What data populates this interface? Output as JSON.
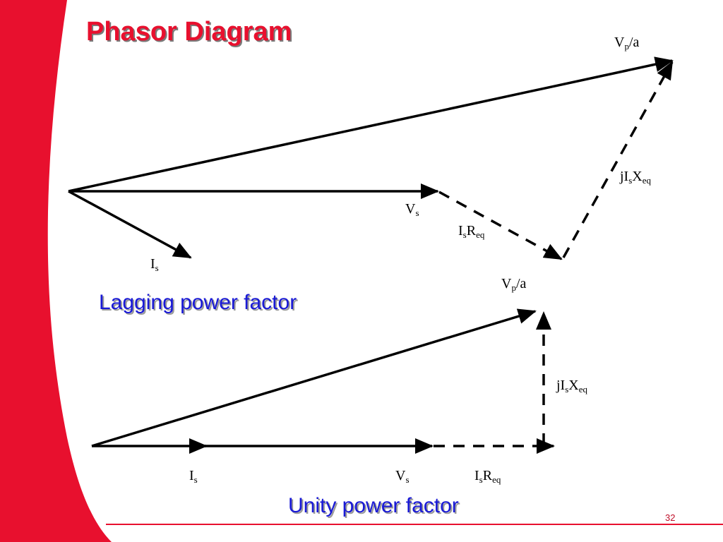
{
  "slide": {
    "title": "Phasor Diagram",
    "page_number": "32",
    "accent_color": "#e8102e",
    "caption_color": "#1a1ad6"
  },
  "lagging": {
    "caption": "Lagging power factor",
    "vp_label": {
      "base": "V",
      "sub": "p",
      "suffix": "/a"
    },
    "vs_label": {
      "base": "V",
      "sub": "s",
      "suffix": ""
    },
    "is_label": {
      "base": "I",
      "sub": "s",
      "suffix": ""
    },
    "isreq_label": {
      "base": "I",
      "sub": "s",
      "mid": "R",
      "sub2": "eq"
    },
    "jisxeq_label": {
      "base": "jI",
      "sub": "s",
      "mid": "X",
      "sub2": "eq"
    }
  },
  "unity": {
    "caption": "Unity power factor",
    "vp_label": {
      "base": "V",
      "sub": "p",
      "suffix": "/a"
    },
    "vs_label": {
      "base": "V",
      "sub": "s",
      "suffix": ""
    },
    "is_label": {
      "base": "I",
      "sub": "s",
      "suffix": ""
    },
    "isreq_label": {
      "base": "I",
      "sub": "s",
      "mid": "R",
      "sub2": "eq"
    },
    "jisxeq_label": {
      "base": "jI",
      "sub": "s",
      "mid": "X",
      "sub2": "eq"
    }
  }
}
